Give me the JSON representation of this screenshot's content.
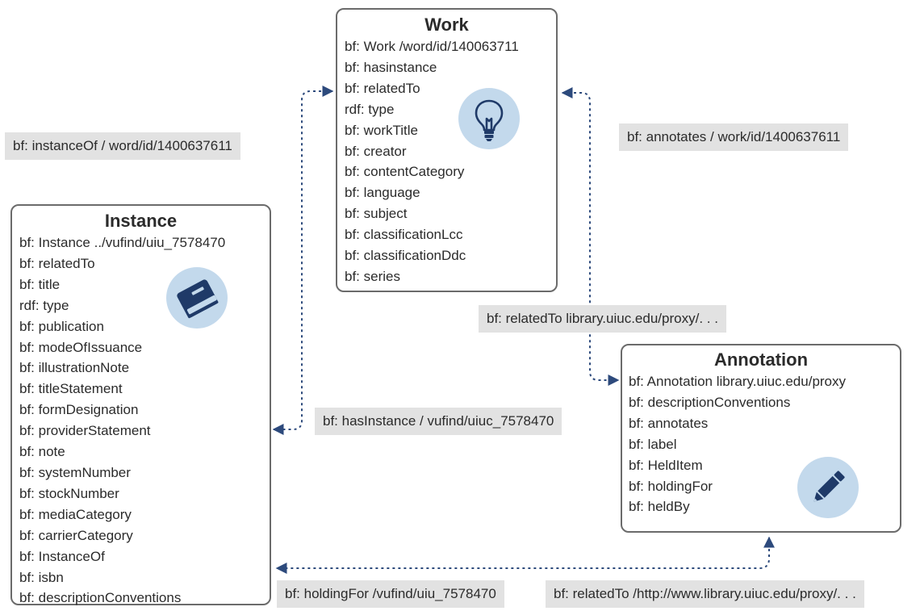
{
  "work": {
    "title": "Work",
    "items": [
      "bf: Work /word/id/140063711",
      "bf: hasinstance",
      "bf: relatedTo",
      "rdf: type",
      "bf: workTitle",
      "bf: creator",
      "bf: contentCategory",
      "bf: language",
      "bf: subject",
      "bf: classificationLcc",
      "bf: classificationDdc",
      "bf: series"
    ],
    "icon": "lightbulb-icon"
  },
  "instance": {
    "title": "Instance",
    "items": [
      "bf: Instance ../vufind/uiu_7578470",
      "bf: relatedTo",
      "bf: title",
      "rdf: type",
      "bf: publication",
      "bf: modeOfIssuance",
      "bf: illustrationNote",
      "bf: titleStatement",
      "bf: formDesignation",
      "bf: providerStatement",
      "bf: note",
      "bf: systemNumber",
      "bf: stockNumber",
      "bf: mediaCategory",
      "bf: carrierCategory",
      "bf: InstanceOf",
      "bf: isbn",
      "bf: descriptionConventions"
    ],
    "icon": "book-icon"
  },
  "annotation": {
    "title": "Annotation",
    "items": [
      "bf: Annotation library.uiuc.edu/proxy",
      "bf: descriptionConventions",
      "bf: annotates",
      "bf: label",
      "bf: HeldItem",
      "bf: holdingFor",
      "bf: heldBy"
    ],
    "icon": "pencil-icon"
  },
  "edge_labels": {
    "instance_of": "bf: instanceOf / word/id/1400637611",
    "annotates": "bf: annotates / work/id/1400637611",
    "related_to_proxy": "bf: relatedTo library.uiuc.edu/proxy/. . .",
    "has_instance": "bf: hasInstance / vufind/uiuc_7578470",
    "holding_for": "bf: holdingFor /vufind/uiu_7578470",
    "related_to_http": "bf: relatedTo /http://www.library.uiuc.edu/proxy/. . ."
  },
  "colors": {
    "connector": "#2d4a7c",
    "icon_bg": "#c3d9ec",
    "icon_fg": "#1f3a68",
    "label_bg": "#e2e2e2",
    "box_border": "#6b6b6b"
  }
}
